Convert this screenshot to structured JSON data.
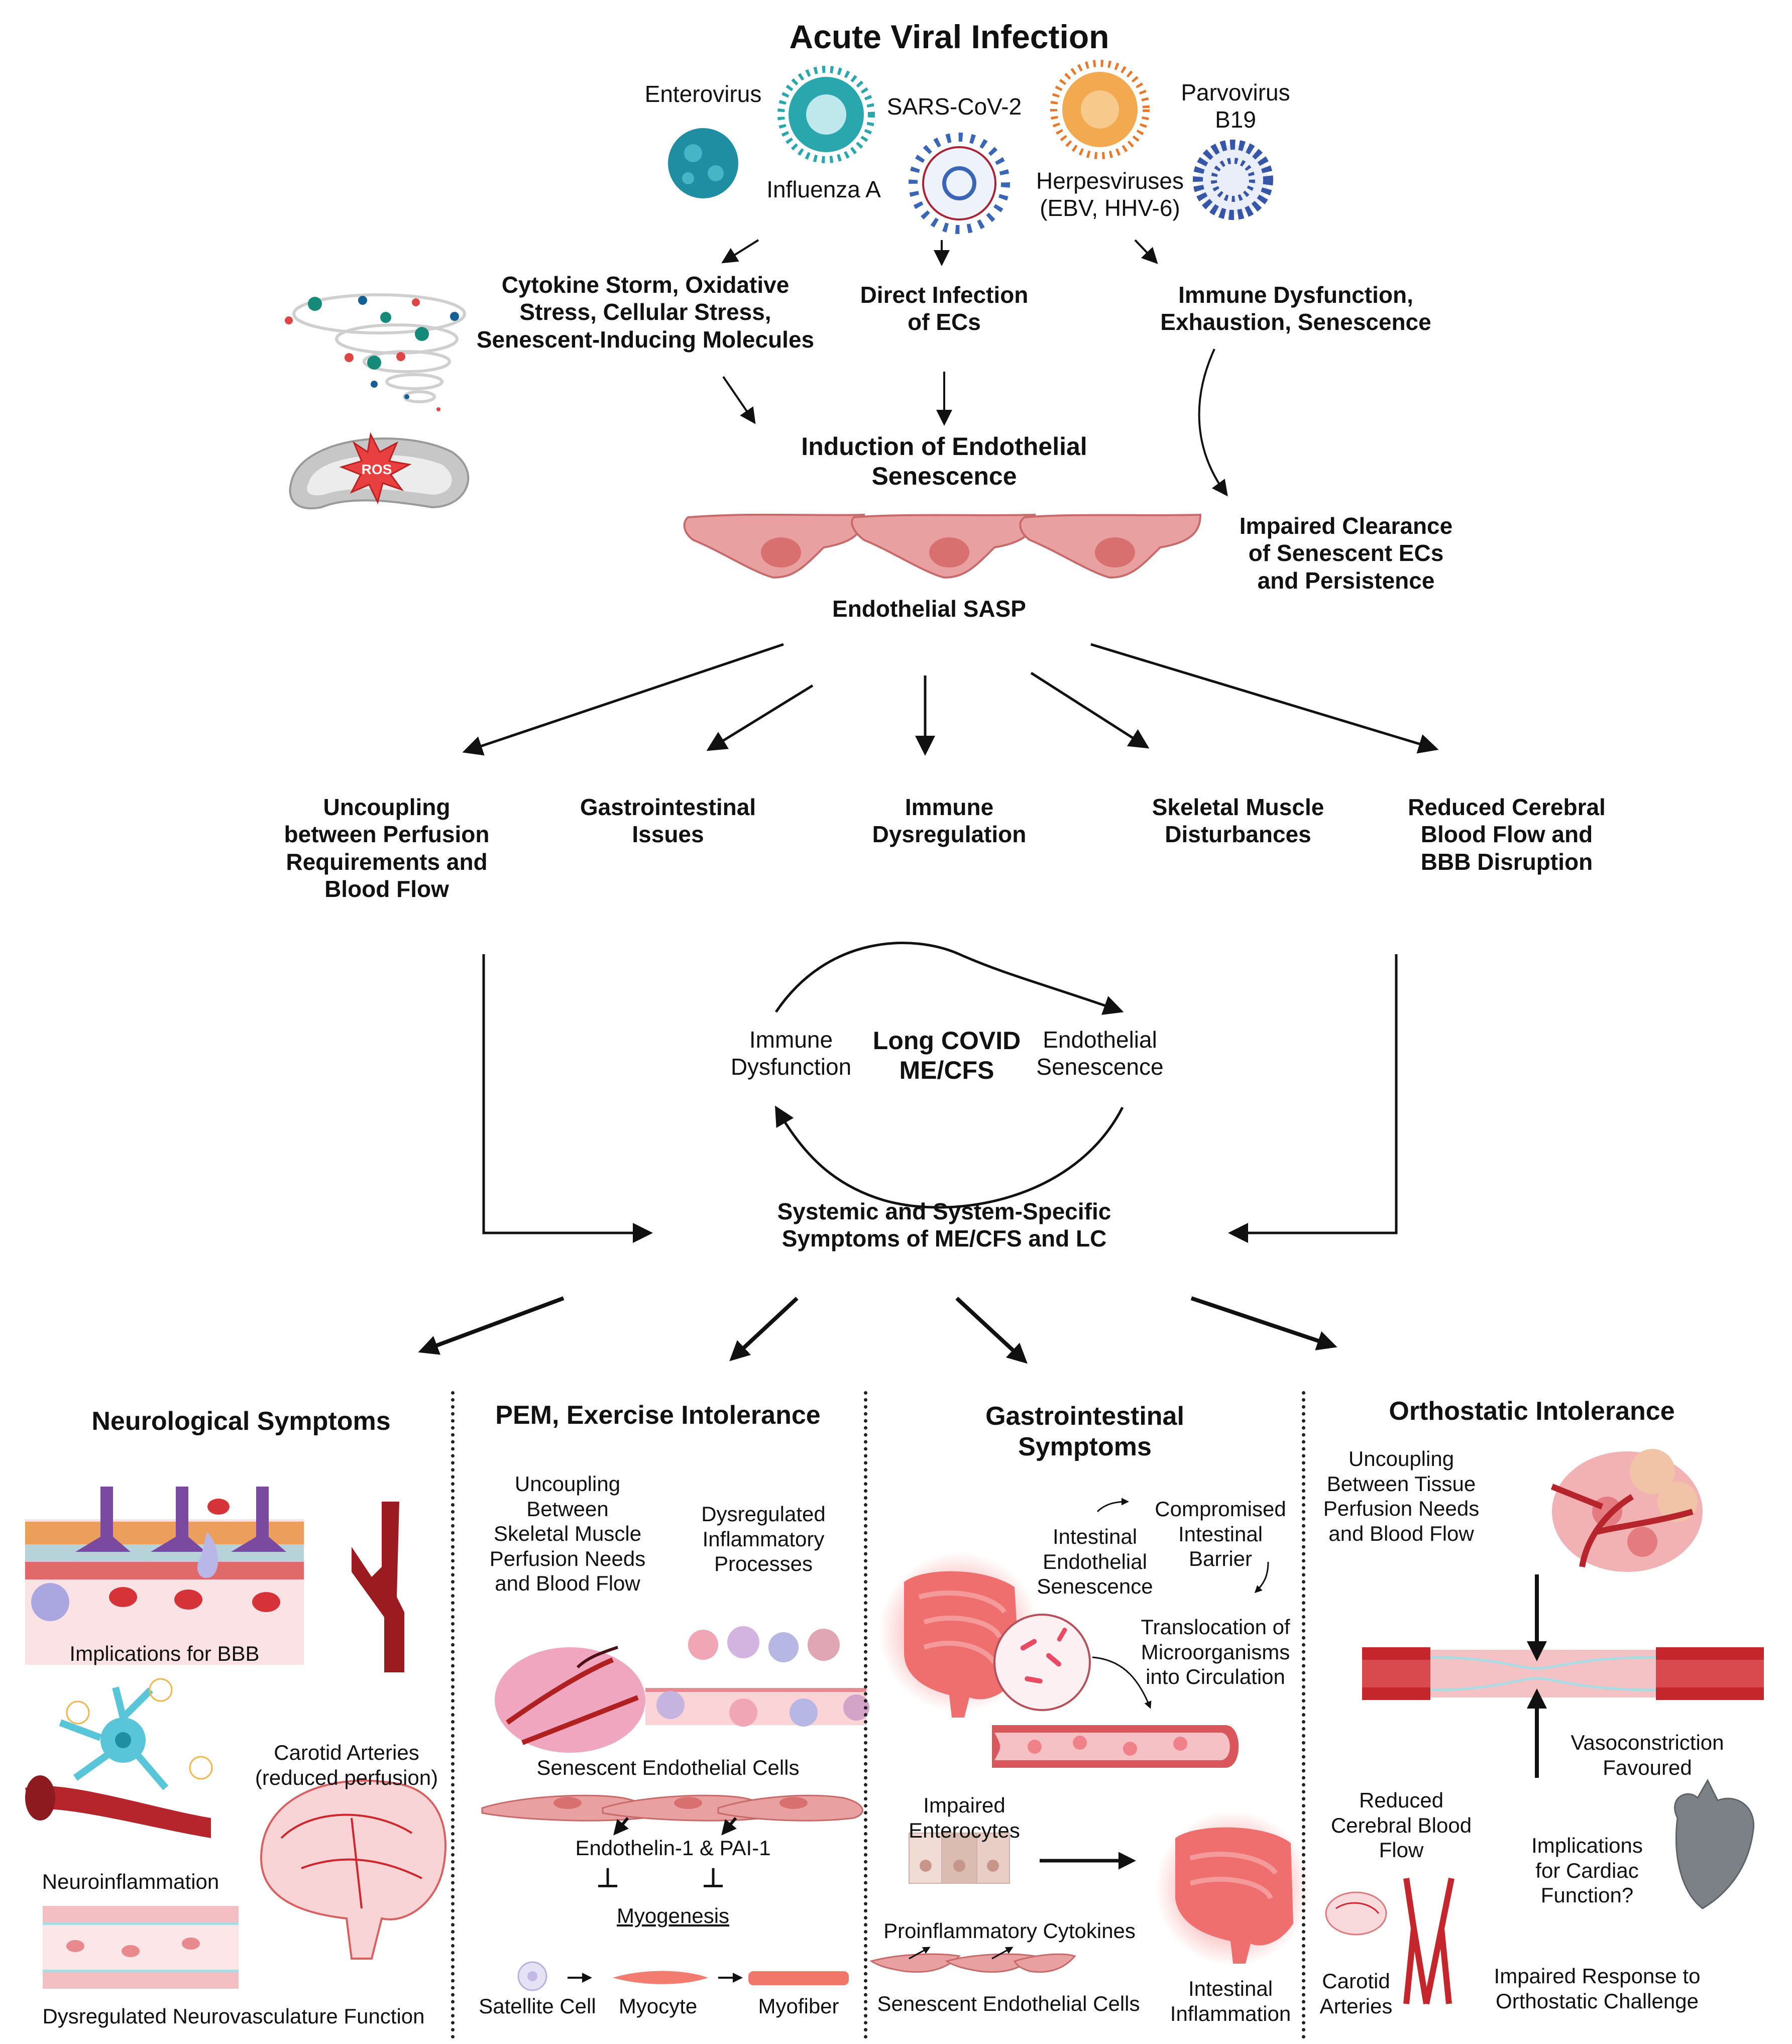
{
  "title": "Acute Viral Infection",
  "viruses": [
    {
      "label": "Enterovirus",
      "icon": "enterovirus-icon",
      "color": "#1f8ea3"
    },
    {
      "label": "Influenza A",
      "icon": "influenza-icon",
      "color": "#2aa6ad"
    },
    {
      "label": "SARS-CoV-2",
      "icon": "sars-cov-2-icon",
      "color": "#3a66b8"
    },
    {
      "label": "Herpesviruses\n(EBV, HHV-6)",
      "icon": "herpesvirus-icon",
      "color": "#ef9a3a"
    },
    {
      "label": "Parvovirus\nB19",
      "icon": "parvovirus-icon",
      "color": "#3856a8"
    }
  ],
  "mechanisms": {
    "cytokine": "Cytokine Storm, Oxidative\nStress, Cellular Stress,\nSenescent-Inducing Molecules",
    "direct": "Direct Infection\nof ECs",
    "immune": "Immune Dysfunction,\nExhaustion, Senescence"
  },
  "ros_label": "ROS",
  "induction": "Induction of Endothelial\nSenescence",
  "impaired_clearance": "Impaired Clearance\nof Senescent ECs\nand Persistence",
  "sasp": "Endothelial SASP",
  "effects": [
    "Uncoupling\nbetween Perfusion\nRequirements and\nBlood Flow",
    "Gastrointestinal\nIssues",
    "Immune\nDysregulation",
    "Skeletal Muscle\nDisturbances",
    "Reduced Cerebral\nBlood Flow and\nBBB Disruption"
  ],
  "cycle": {
    "left": "Immune\nDysfunction",
    "center": "Long COVID\nME/CFS",
    "right": "Endothelial\nSenescence"
  },
  "systemic": "Systemic and System-Specific\nSymptoms of ME/CFS and LC",
  "panels": {
    "neuro": {
      "title": "Neurological Symptoms",
      "bbb": "Implications for BBB",
      "carotid": "Carotid Arteries\n(reduced perfusion)",
      "neuroinflammation": "Neuroinflammation",
      "neurovasc": "Dysregulated Neurovasculature Function"
    },
    "pem": {
      "title": "PEM, Exercise Intolerance",
      "uncoupling": "Uncoupling\nBetween\nSkeletal Muscle\nPerfusion Needs\nand Blood Flow",
      "inflammatory": "Dysregulated\nInflammatory\nProcesses",
      "senescent": "Senescent Endothelial Cells",
      "endothelin": "Endothelin-1 & PAI-1",
      "inhibit_symbol": "⊥",
      "myogenesis": "Myogenesis",
      "satellite": "Satellite Cell",
      "myocyte": "Myocyte",
      "myofiber": "Myofiber"
    },
    "gi": {
      "title": "Gastrointestinal\nSymptoms",
      "intestinal_sen": "Intestinal\nEndothelial\nSenescence",
      "barrier": "Compromised\nIntestinal\nBarrier",
      "translocation": "Translocation of\nMicroorganisms\ninto Circulation",
      "enterocytes": "Impaired\nEnterocytes",
      "cytokines": "Proinflammatory Cytokines",
      "senescent": "Senescent Endothelial Cells",
      "inflammation": "Intestinal\nInflammation"
    },
    "ortho": {
      "title": "Orthostatic Intolerance",
      "uncoupling": "Uncoupling\nBetween Tissue\nPerfusion Needs\nand Blood Flow",
      "vasoconstriction": "Vasoconstriction\nFavoured",
      "cerebral": "Reduced\nCerebral Blood\nFlow",
      "cardiac": "Implications\nfor Cardiac\nFunction?",
      "carotid": "Carotid\nArteries",
      "response": "Impaired Response to\nOrthostatic Challenge"
    }
  },
  "colors": {
    "endothelial_cell": "#e8a0a0",
    "nucleus": "#d87070",
    "vessel": "#b5252b",
    "arrow": "#111111"
  }
}
